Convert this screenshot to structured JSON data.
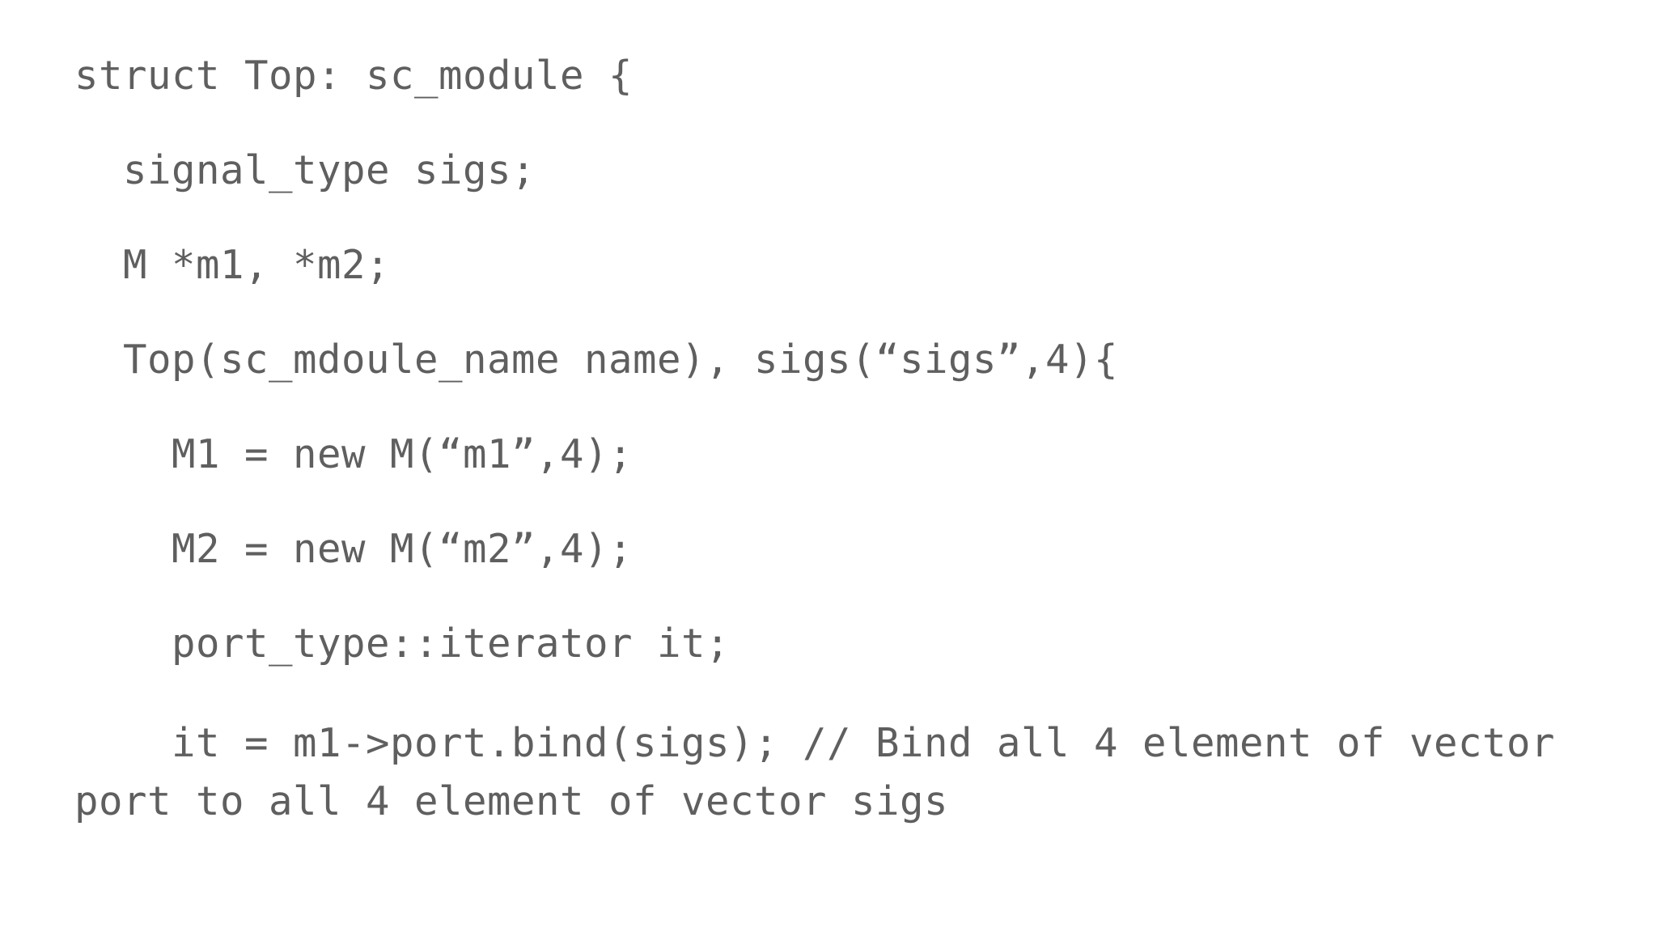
{
  "code": {
    "lines": [
      "struct Top: sc_module {",
      "  signal_type sigs;",
      "  M *m1, *m2;",
      "  Top(sc_mdoule_name name), sigs(“sigs”,4){",
      "    M1 = new M(“m1”,4);",
      "    M2 = new M(“m2”,4);",
      "    port_type::iterator it;",
      "    it = m1->port.bind(sigs); // Bind all 4 element of vector port to all 4 element of vector sigs"
    ]
  },
  "colors": {
    "text": "#5f5f5f",
    "background": "#ffffff"
  }
}
